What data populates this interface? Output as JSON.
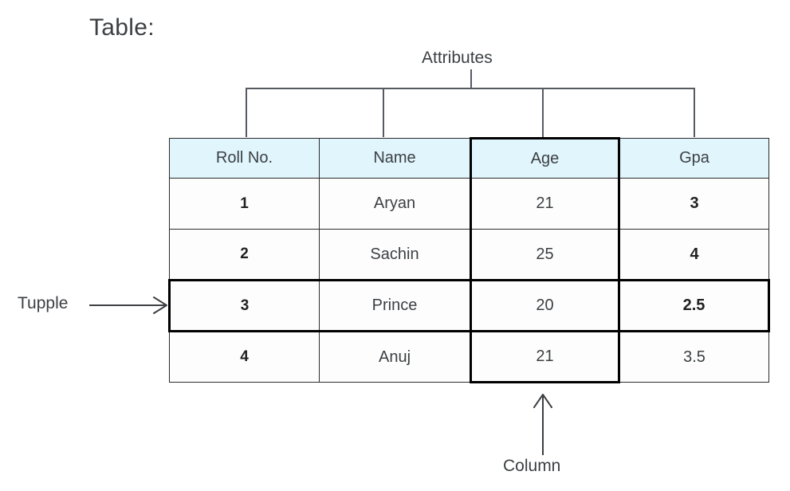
{
  "page": {
    "title": "Table:",
    "background_color": "#ffffff",
    "text_color": "#3c4043"
  },
  "callouts": {
    "attributes": {
      "label": "Attributes",
      "points_to": "column-headers"
    },
    "tupple": {
      "label": "Tupple",
      "points_to": "row-3"
    },
    "column": {
      "label": "Column",
      "points_to": "age-column"
    }
  },
  "table": {
    "header_background": "#e1f5fd",
    "border_color": "#2b2b2b",
    "highlight_color": "#000000",
    "highlighted_column": "Age",
    "highlighted_row_index": 2,
    "columns": [
      {
        "key": "roll_no",
        "label": "Roll No."
      },
      {
        "key": "name",
        "label": "Name"
      },
      {
        "key": "age",
        "label": "Age"
      },
      {
        "key": "gpa",
        "label": "Gpa"
      }
    ],
    "rows": [
      {
        "roll_no": "1",
        "name": "Aryan",
        "age": "21",
        "gpa": "3"
      },
      {
        "roll_no": "2",
        "name": "Sachin",
        "age": "25",
        "gpa": "4"
      },
      {
        "roll_no": "3",
        "name": "Prince",
        "age": "20",
        "gpa": "2.5"
      },
      {
        "roll_no": "4",
        "name": "Anuj",
        "age": "21",
        "gpa": "3.5"
      }
    ]
  }
}
